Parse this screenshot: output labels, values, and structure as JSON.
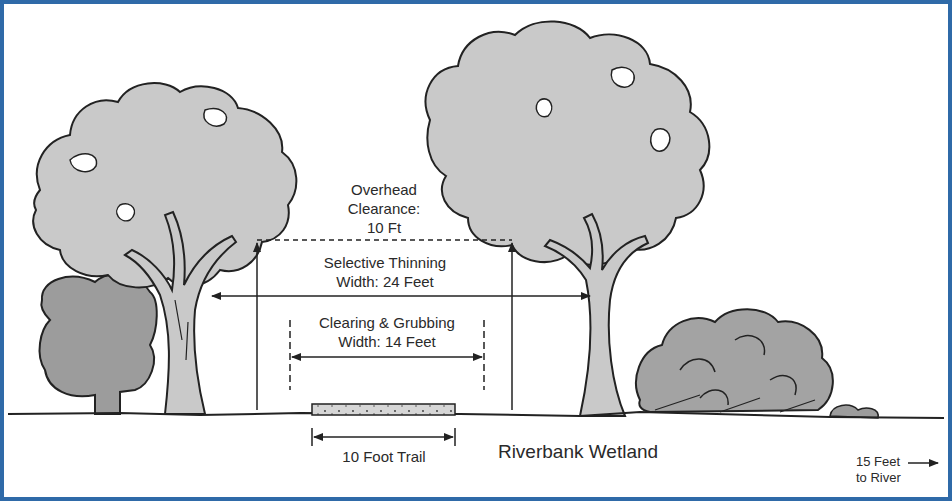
{
  "diagram": {
    "labels": [
      "Overhead Clearance: 10 Ft",
      "Selective Thinning Width: 24 Feet",
      "Clearing & Grubbing Width: 14 Feet",
      "10 Foot Trail",
      "Riverbank Wetland",
      "15 Feet to River"
    ]
  }
}
